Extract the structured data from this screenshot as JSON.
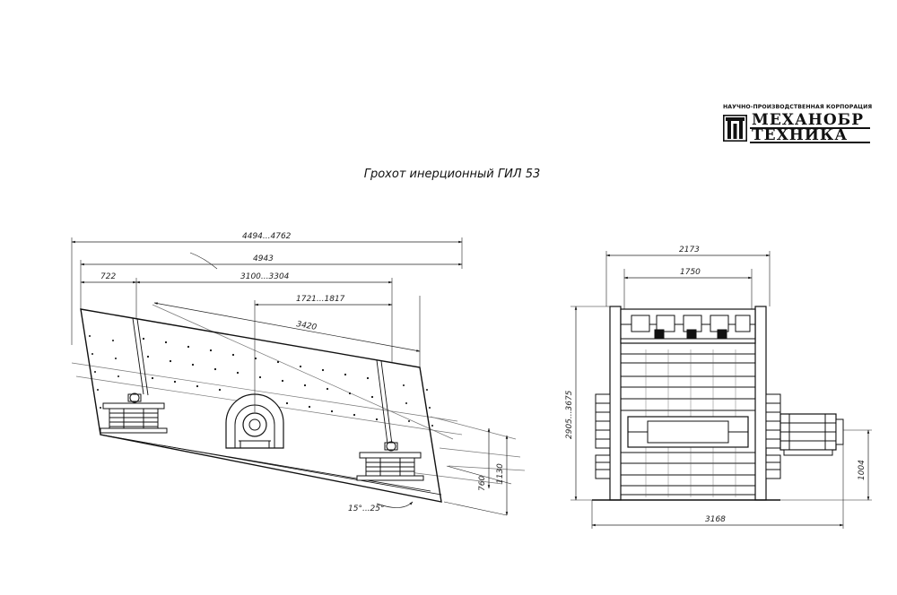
{
  "logo": {
    "caption": "НАУЧНО-ПРОИЗВОДСТВЕННАЯ КОРПОРАЦИЯ",
    "line1": "МЕХАНОБР",
    "line2": "ТЕХНИКА",
    "mark_icon": "corporate-logo-icon"
  },
  "title": "Грохот инерционный ГИЛ 53",
  "side_view": {
    "dim_overall_range": "4494...4762",
    "dim_overall": "4943",
    "dim_left": "722",
    "dim_support_spacing": "3100...3304",
    "dim_drive_offset": "1721...1817",
    "dim_deck_length": "3420",
    "dim_height_760": "760",
    "dim_height_1130": "1130",
    "dim_angle": "15°...25°"
  },
  "end_view": {
    "dim_width_outer": "2173",
    "dim_width_inner": "1750",
    "dim_height": "2905...3675",
    "dim_base": "3168",
    "dim_motor_height": "1004"
  },
  "colors": {
    "ink": "#111111",
    "paper": "#ffffff"
  }
}
